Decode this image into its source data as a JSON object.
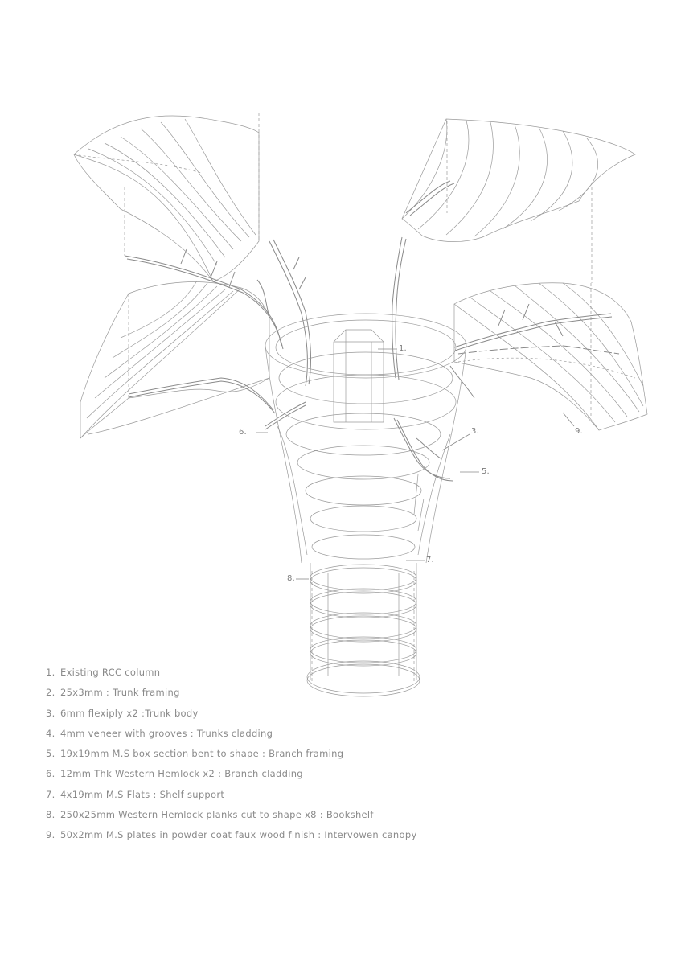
{
  "callouts": {
    "c1": "1.",
    "c3": "3.",
    "c5": "5.",
    "c6": "6.",
    "c7": "7.",
    "c8": "8.",
    "c9": "9."
  },
  "legend": [
    {
      "num": "1.",
      "text": "Existing RCC column"
    },
    {
      "num": "2.",
      "text": "25x3mm : Trunk framing"
    },
    {
      "num": "3.",
      "text": "6mm flexiply x2 :Trunk body"
    },
    {
      "num": "4.",
      "text": "4mm veneer with grooves : Trunks cladding"
    },
    {
      "num": "5.",
      "text": "19x19mm M.S box section bent to shape : Branch framing"
    },
    {
      "num": "6.",
      "text": "12mm Thk Western Hemlock x2 : Branch cladding"
    },
    {
      "num": "7.",
      "text": "4x19mm M.S Flats : Shelf support"
    },
    {
      "num": "8.",
      "text": "250x25mm Western Hemlock planks cut to shape x8 : Bookshelf"
    },
    {
      "num": "9.",
      "text": "50x2mm M.S plates in powder coat faux wood finish : Intervowen canopy"
    }
  ],
  "colors": {
    "line": "#9a9a9a",
    "text": "#8a8a8a",
    "background": "#ffffff"
  }
}
